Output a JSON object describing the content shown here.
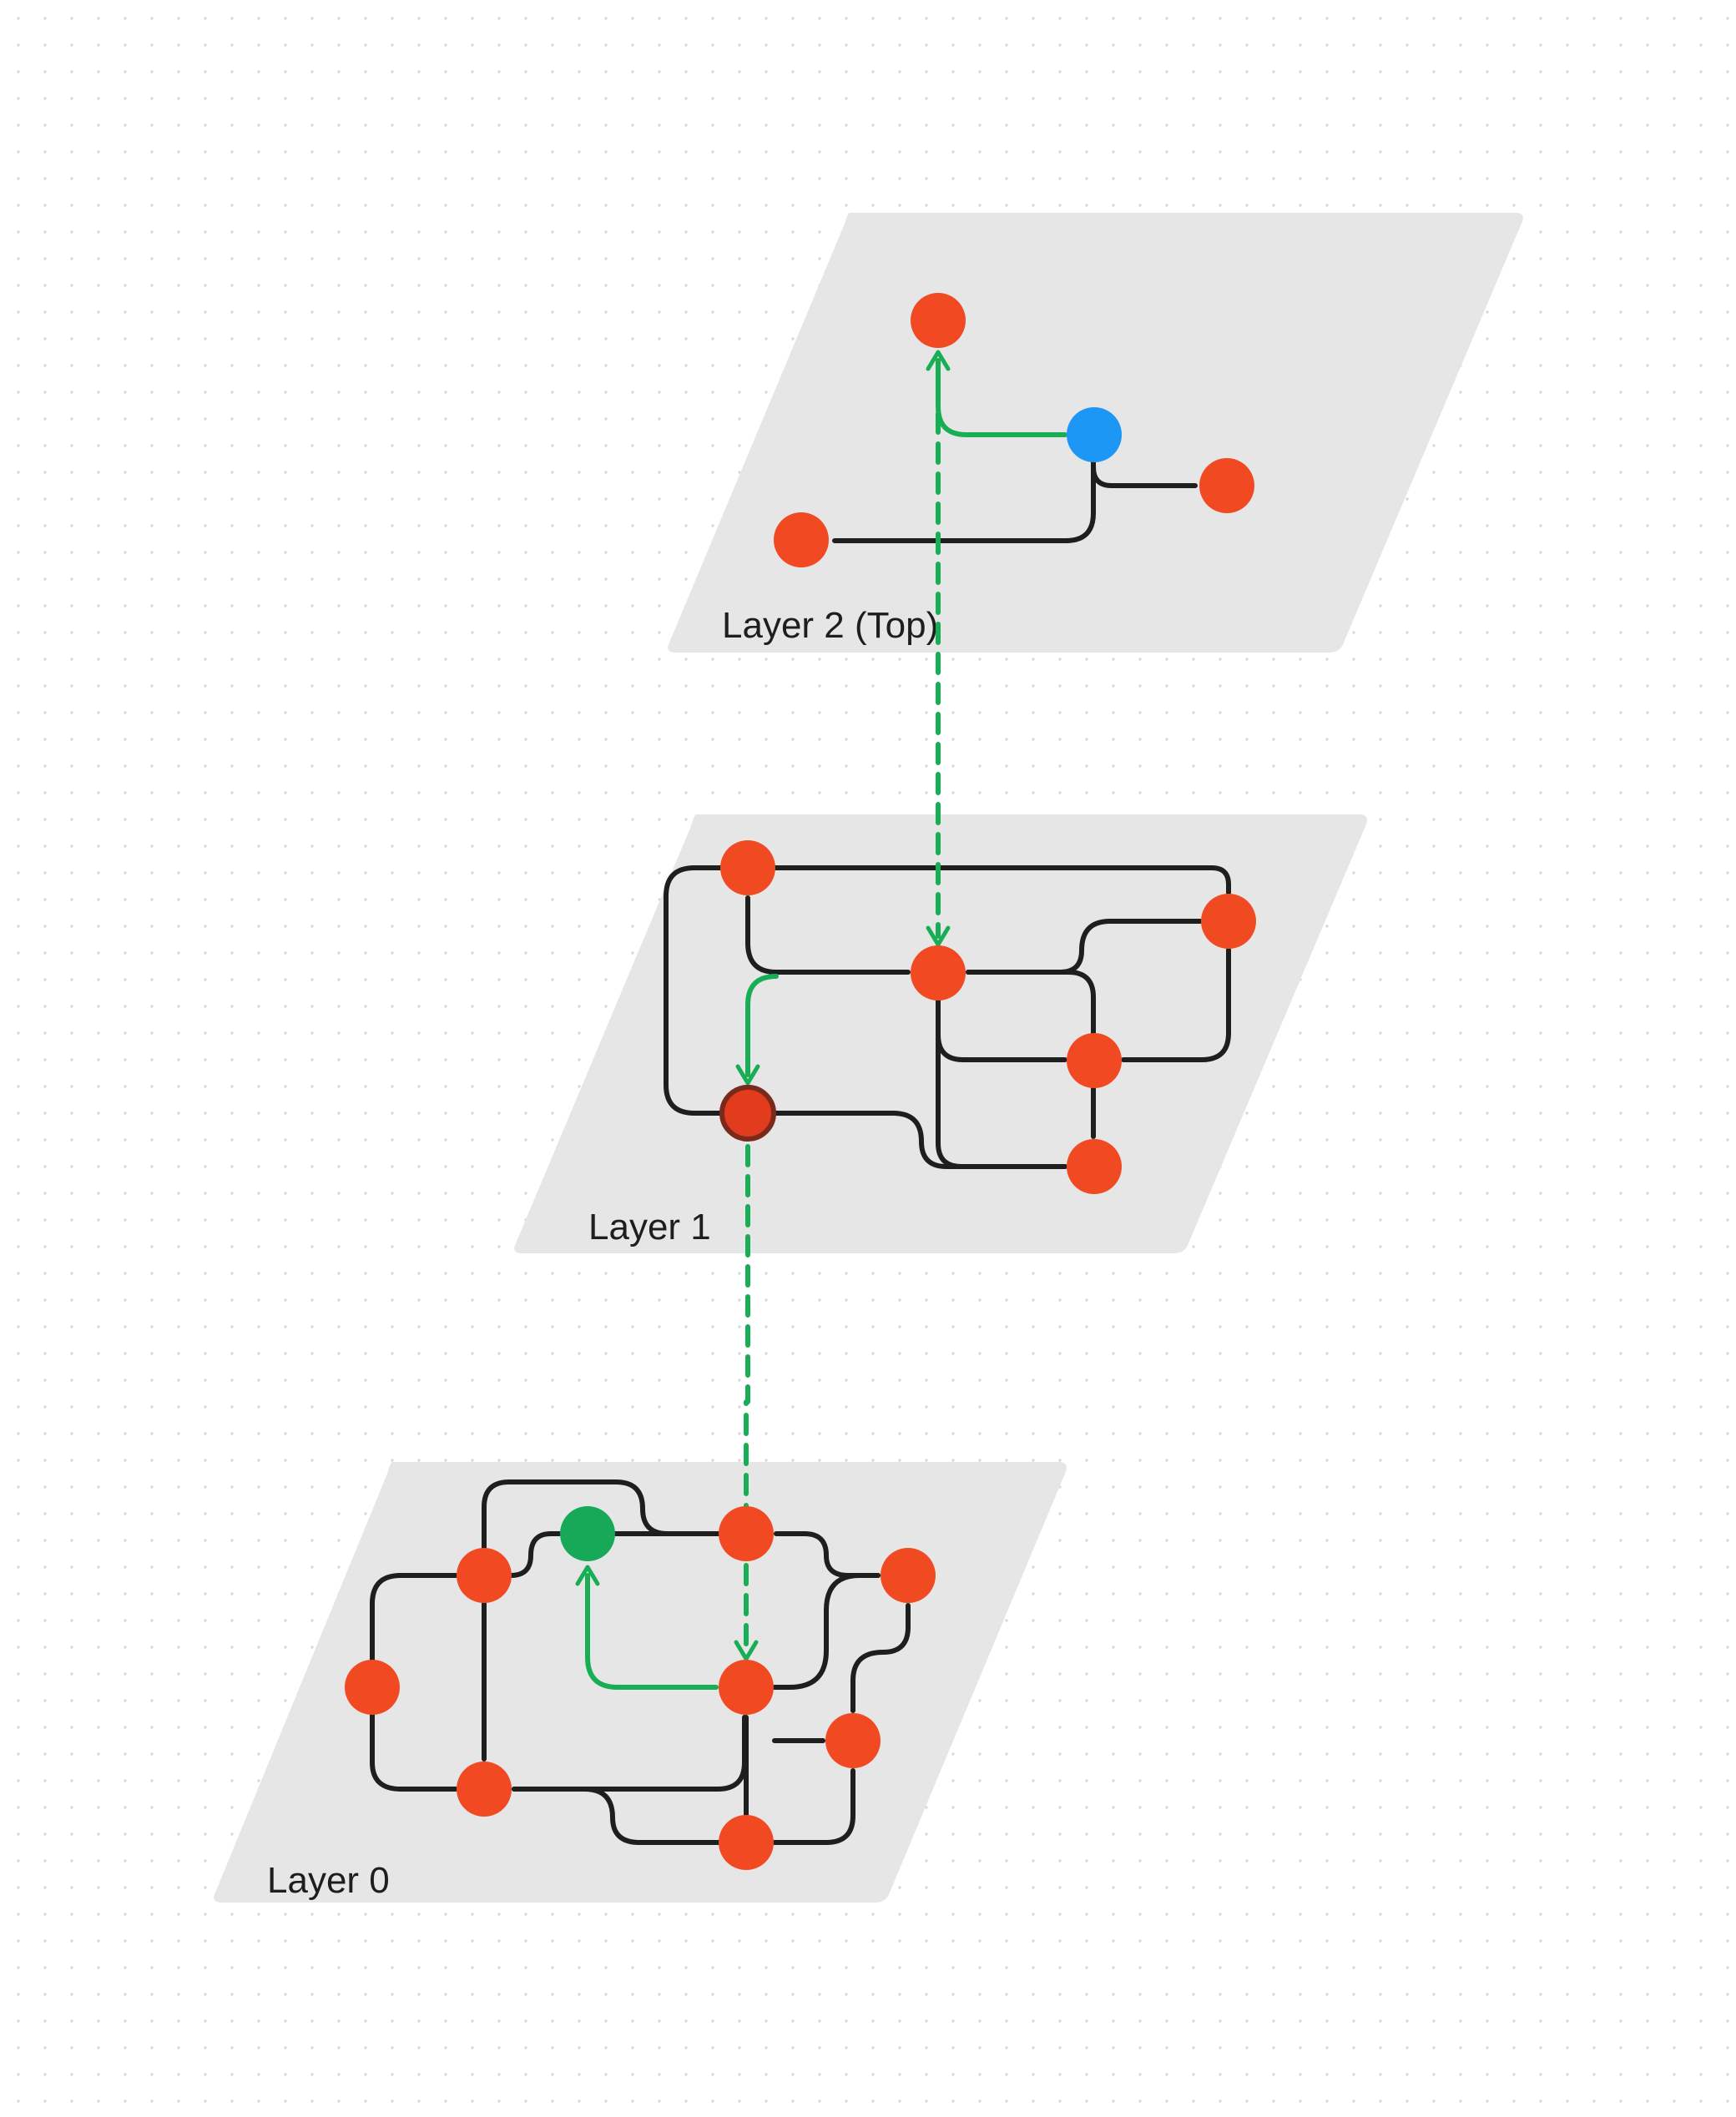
{
  "diagram": {
    "layers": [
      {
        "id": "layer-2",
        "label": "Layer 2 (Top)"
      },
      {
        "id": "layer-1",
        "label": "Layer 1"
      },
      {
        "id": "layer-0",
        "label": "Layer 0"
      }
    ],
    "colors": {
      "node": "#f14a23",
      "entry_node": "#1c97f5",
      "target_node": "#17a957",
      "path": "#18ae55",
      "edge": "#1e1e1e",
      "plane": "#e6e6e6"
    }
  }
}
